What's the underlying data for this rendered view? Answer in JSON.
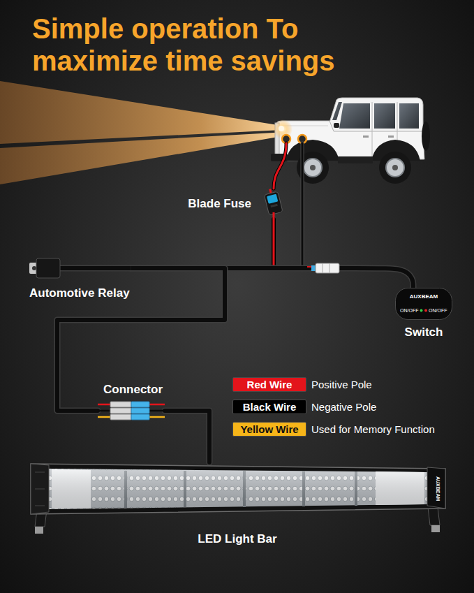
{
  "diagram": {
    "title": "Simple operation To maximize time savings",
    "nodes": [
      {
        "text": [
          "Blade Fuse"
        ]
      },
      {
        "text": [
          "Automotive Relay"
        ]
      },
      {
        "text": [
          "AUXBEAM",
          "ON/OFF",
          "ON/OFF",
          "Switch"
        ]
      },
      {
        "text": [
          "Connector"
        ]
      },
      {
        "text": [
          "AUXBEAM",
          "LED Light Bar"
        ]
      }
    ],
    "edges": [
      {
        "from": 0,
        "to": 1,
        "arrow": "none"
      },
      {
        "from": 1,
        "to": 2,
        "arrow": "none"
      },
      {
        "from": 1,
        "to": 3,
        "arrow": "none"
      },
      {
        "from": 3,
        "to": 4,
        "arrow": "none"
      }
    ],
    "labels": [
      "Positive Pole",
      "Negative Pole",
      "Used for Memory Function"
    ],
    "legend": [
      {
        "text": "Red Wire",
        "color": "#e3141b"
      },
      {
        "text": "Black Wire",
        "color": "#000000"
      },
      {
        "text": "Yellow Wire",
        "color": "#f6b519"
      }
    ]
  }
}
